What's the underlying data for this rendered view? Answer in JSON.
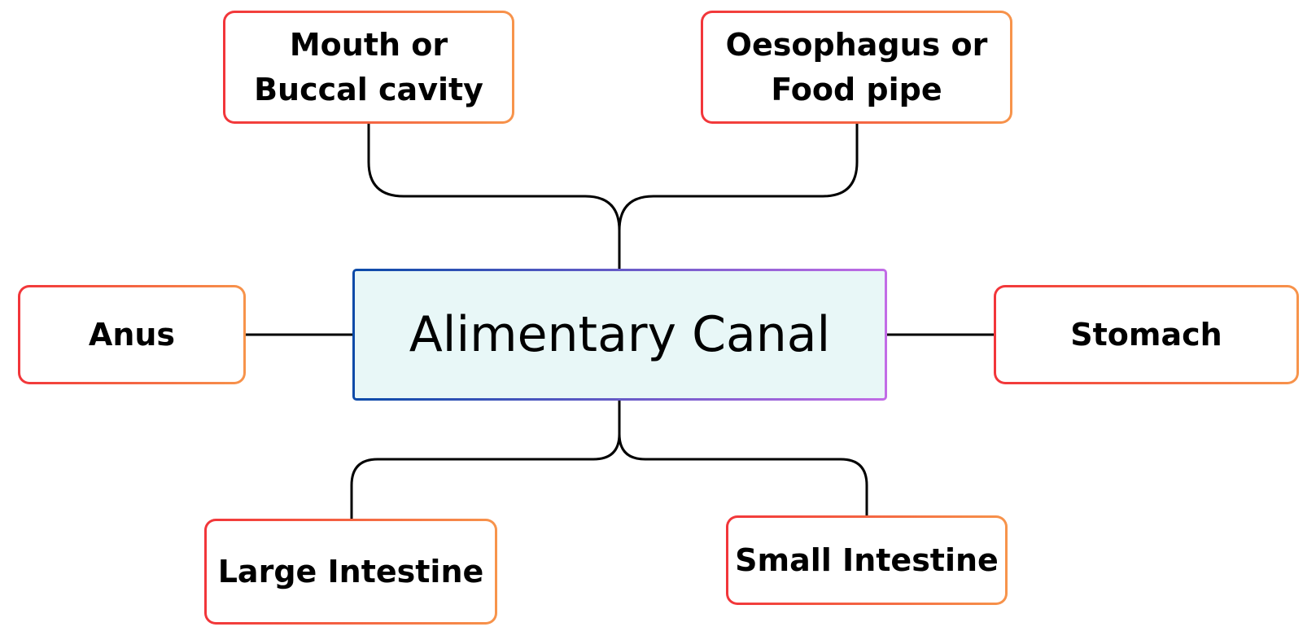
{
  "center": {
    "label": "Alimentary Canal"
  },
  "nodes": {
    "mouth": "Mouth or\nBuccal cavity",
    "oesophagus": "Oesophagus or\nFood pipe",
    "anus": "Anus",
    "stomach": "Stomach",
    "large_intestine": "Large Intestine",
    "small_intestine": "Small Intestine"
  },
  "colors": {
    "node_border_start": "#f2353a",
    "node_border_end": "#f7944b",
    "center_border_start": "#0a4aa8",
    "center_border_end": "#c26ce6",
    "center_fill": "#e8f7f7",
    "connector": "#000000"
  }
}
